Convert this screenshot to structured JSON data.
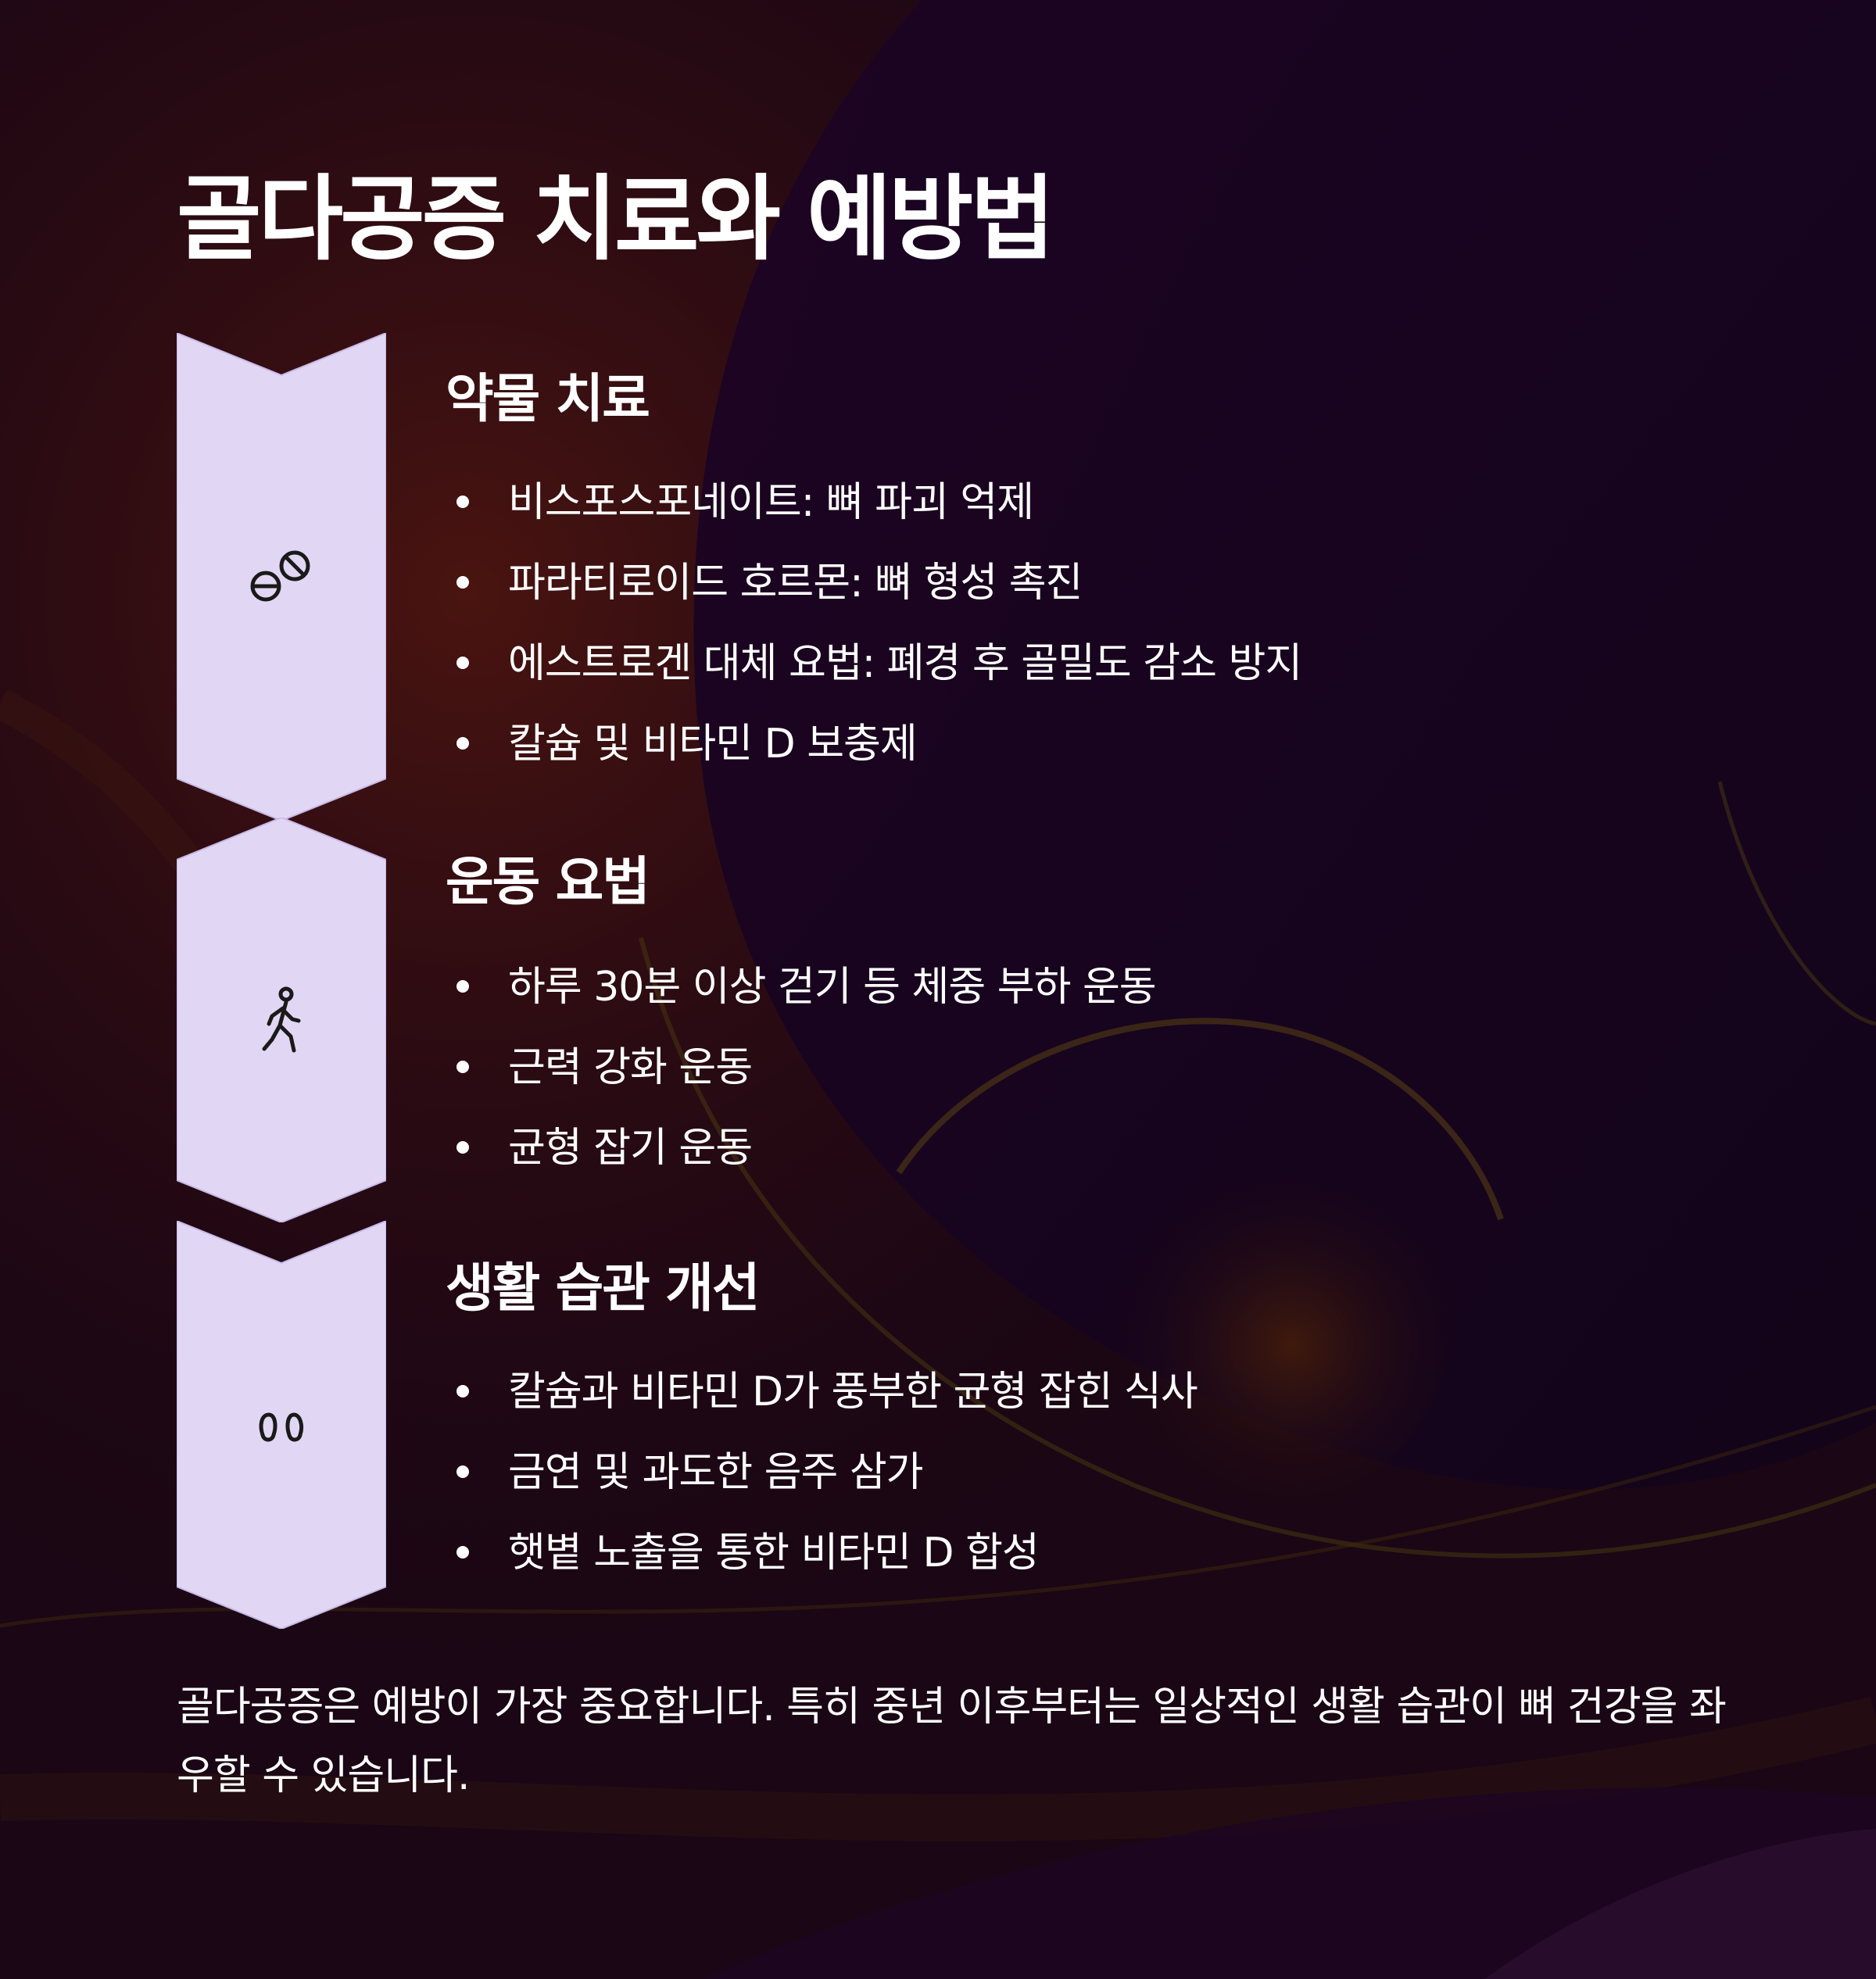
{
  "page": {
    "title": "골다공증 치료와 예방법",
    "footer": "골다공증은 예방이 가장 중요합니다. 특히 중년 이후부터는 일상적인 생활 습관이 뼈 건강을 좌우할 수 있습니다."
  },
  "colors": {
    "background": "#1a0614",
    "step_fill": "#e1d7f4",
    "text": "#ffffff",
    "icon": "#1a1a1a"
  },
  "steps": [
    {
      "heading": "약물 치료",
      "icon": "pills-icon",
      "items": [
        "비스포스포네이트: 뼈 파괴 억제",
        "파라티로이드 호르몬: 뼈 형성 촉진",
        "에스트로겐 대체 요법: 폐경 후 골밀도 감소 방지",
        "칼슘 및 비타민 D 보충제"
      ]
    },
    {
      "heading": "운동 요법",
      "icon": "walking-person-icon",
      "items": [
        "하루 30분 이상 걷기 등 체중 부하 운동",
        "근력 강화 운동",
        "균형 잡기 운동"
      ]
    },
    {
      "heading": "생활 습관 개선",
      "icon": "footprints-icon",
      "items": [
        "칼슘과 비타민 D가 풍부한 균형 잡힌 식사",
        "금연 및 과도한 음주 삼가",
        "햇볕 노출을 통한 비타민 D 합성"
      ]
    }
  ]
}
